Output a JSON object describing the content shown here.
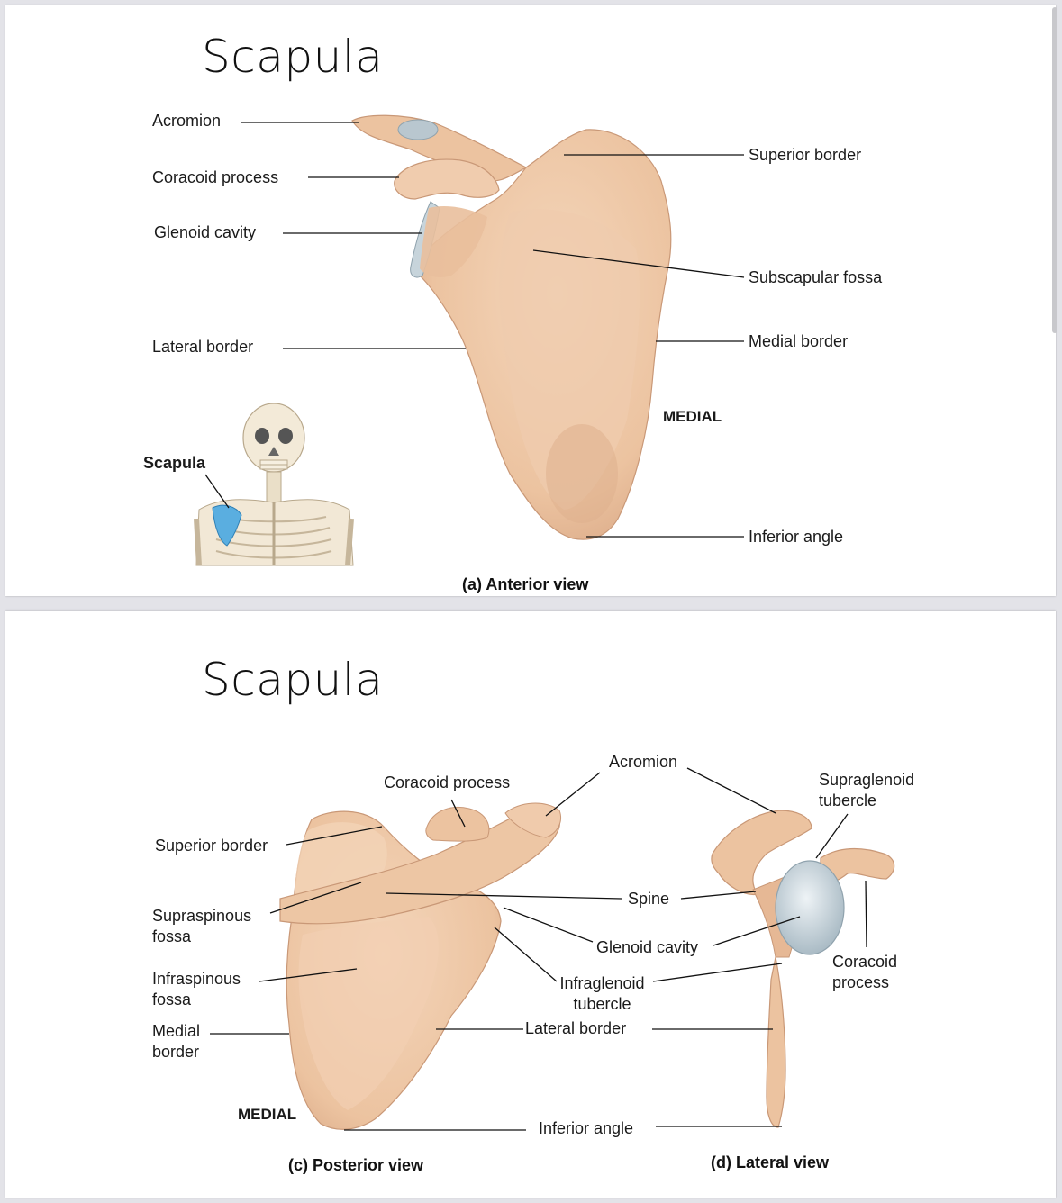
{
  "slides": [
    {
      "title": "Scapula",
      "labels": {
        "acromion": "Acromion",
        "coracoid_process": "Coracoid process",
        "glenoid_cavity": "Glenoid cavity",
        "lateral_border": "Lateral border",
        "superior_border": "Superior border",
        "subscapular_fossa": "Subscapular fossa",
        "medial_border": "Medial border",
        "medial": "MEDIAL",
        "inferior_angle": "Inferior angle",
        "inset_scapula": "Scapula"
      },
      "caption": "(a) Anterior view"
    },
    {
      "title": "Scapula",
      "labels": {
        "coracoid_process": "Coracoid process",
        "acromion": "Acromion",
        "supraglenoid_tubercle": "Supraglenoid tubercle",
        "superior_border": "Superior border",
        "supraspinous_fossa": "Supraspinous fossa",
        "spine": "Spine",
        "glenoid_cavity": "Glenoid cavity",
        "coracoid_process_lateral": "Coracoid process",
        "infraspinous_fossa": "Infraspinous fossa",
        "infraglenoid_tubercle": "Infraglenoid tubercle",
        "medial_border": "Medial border",
        "lateral_border": "Lateral border",
        "medial": "MEDIAL",
        "inferior_angle": "Inferior angle"
      },
      "captions": {
        "posterior": "(c) Posterior view",
        "lateral": "(d) Lateral view"
      }
    }
  ],
  "colors": {
    "bone": "#efc8a8",
    "bone_shade": "#d9a886",
    "cartilage": "#b9c7cf",
    "inset_highlight": "#5aaee0",
    "leader_line": "#111111"
  }
}
